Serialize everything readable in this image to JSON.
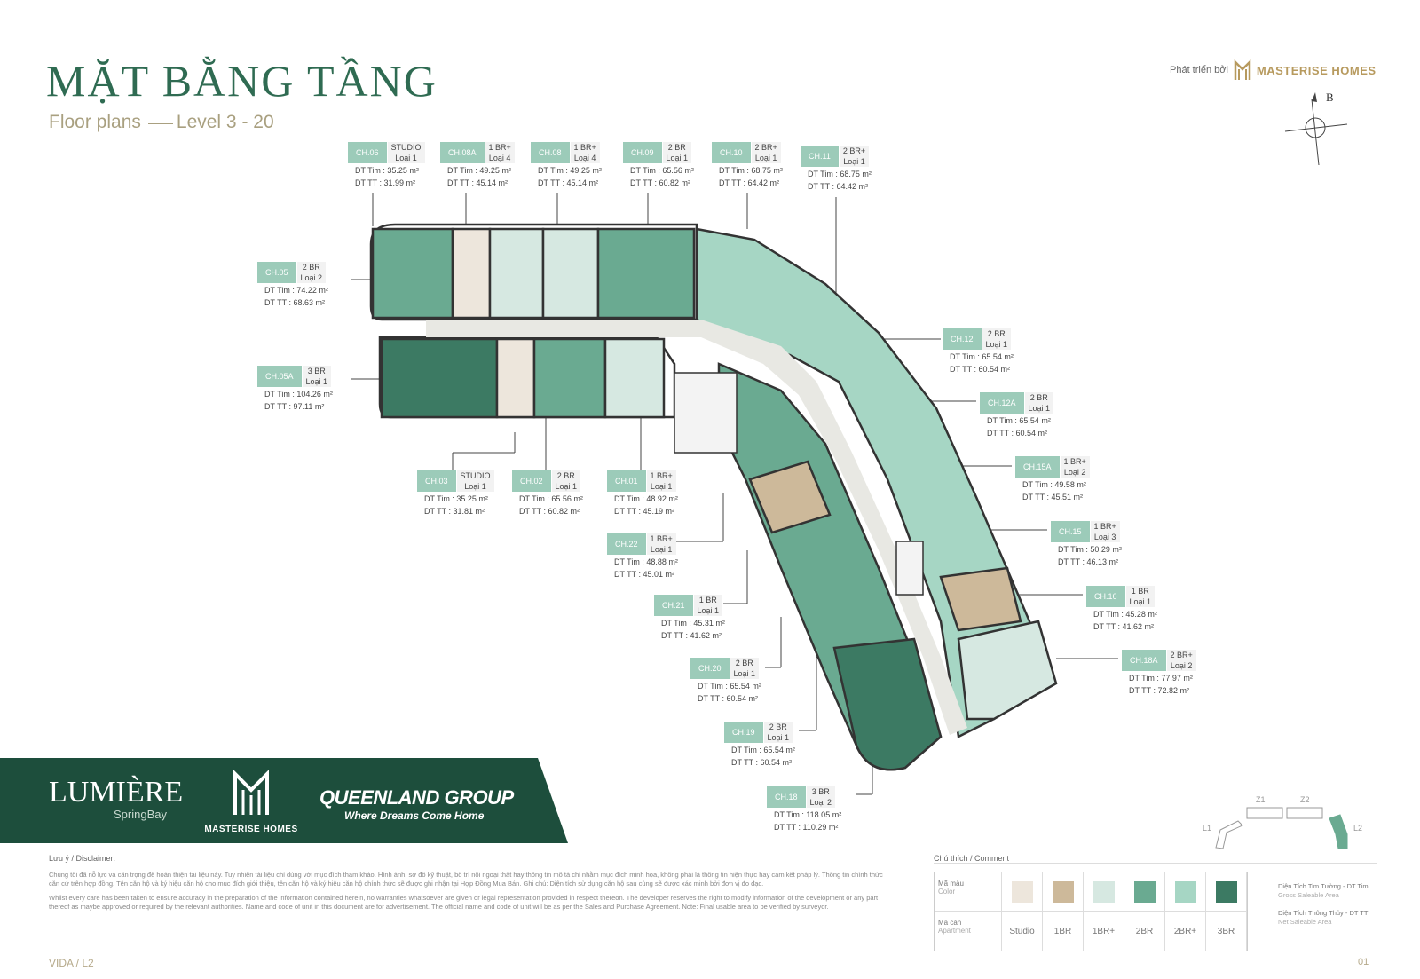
{
  "header": {
    "title": "MẶT BẰNG TẦNG",
    "subtitle": "Floor plans",
    "level": "Level 3 - 20",
    "developer_prefix": "Phát triển bởi",
    "developer_name": "MASTERISE HOMES",
    "compass_label": "B"
  },
  "units": [
    {
      "code": "CH.06",
      "type": "STUDIO",
      "grade": "Loại 1",
      "dt_tim": "DT Tim  : 35.25 m²",
      "dt_tt": "DT TT   : 31.99 m²"
    },
    {
      "code": "CH.08A",
      "type": "1 BR+",
      "grade": "Loại 4",
      "dt_tim": "DT Tim  : 49.25 m²",
      "dt_tt": "DT TT   : 45.14 m²"
    },
    {
      "code": "CH.08",
      "type": "1 BR+",
      "grade": "Loại 4",
      "dt_tim": "DT Tim  : 49.25 m²",
      "dt_tt": "DT TT   : 45.14 m²"
    },
    {
      "code": "CH.09",
      "type": "2 BR",
      "grade": "Loại 1",
      "dt_tim": "DT Tim  : 65.56 m²",
      "dt_tt": "DT TT   : 60.82 m²"
    },
    {
      "code": "CH.10",
      "type": "2 BR+",
      "grade": "Loại 1",
      "dt_tim": "DT Tim  : 68.75 m²",
      "dt_tt": "DT TT   : 64.42 m²"
    },
    {
      "code": "CH.11",
      "type": "2 BR+",
      "grade": "Loại 1",
      "dt_tim": "DT Tim  : 68.75 m²",
      "dt_tt": "DT TT   : 64.42 m²"
    },
    {
      "code": "CH.05",
      "type": "2 BR",
      "grade": "Loại 2",
      "dt_tim": "DT Tim  : 74.22 m²",
      "dt_tt": "DT TT   : 68.63 m²"
    },
    {
      "code": "CH.05A",
      "type": "3 BR",
      "grade": "Loại 1",
      "dt_tim": "DT Tim  : 104.26 m²",
      "dt_tt": "DT TT   : 97.11 m²"
    },
    {
      "code": "CH.12",
      "type": "2 BR",
      "grade": "Loại 1",
      "dt_tim": "DT Tim  : 65.54 m²",
      "dt_tt": "DT TT   : 60.54 m²"
    },
    {
      "code": "CH.12A",
      "type": "2 BR",
      "grade": "Loại 1",
      "dt_tim": "DT Tim  : 65.54 m²",
      "dt_tt": "DT TT   : 60.54 m²"
    },
    {
      "code": "CH.15A",
      "type": "1 BR+",
      "grade": "Loại 2",
      "dt_tim": "DT Tim  : 49.58 m²",
      "dt_tt": "DT TT   : 45.51 m²"
    },
    {
      "code": "CH.15",
      "type": "1 BR+",
      "grade": "Loại 3",
      "dt_tim": "DT Tim  : 50.29 m²",
      "dt_tt": "DT TT   : 46.13 m²"
    },
    {
      "code": "CH.16",
      "type": "1 BR",
      "grade": "Loại 1",
      "dt_tim": "DT Tim  : 45.28 m²",
      "dt_tt": "DT TT   : 41.62 m²"
    },
    {
      "code": "CH.18A",
      "type": "2 BR+",
      "grade": "Loại 2",
      "dt_tim": "DT Tim  : 77.97 m²",
      "dt_tt": "DT TT   : 72.82 m²"
    },
    {
      "code": "CH.03",
      "type": "STUDIO",
      "grade": "Loại 1",
      "dt_tim": "DT Tim  : 35.25 m²",
      "dt_tt": "DT TT   : 31.81 m²"
    },
    {
      "code": "CH.02",
      "type": "2 BR",
      "grade": "Loại 1",
      "dt_tim": "DT Tim  : 65.56 m²",
      "dt_tt": "DT TT   : 60.82 m²"
    },
    {
      "code": "CH.01",
      "type": "1 BR+",
      "grade": "Loại 1",
      "dt_tim": "DT Tim  : 48.92 m²",
      "dt_tt": "DT TT   : 45.19 m²"
    },
    {
      "code": "CH.22",
      "type": "1 BR+",
      "grade": "Loại 1",
      "dt_tim": "DT Tim  : 48.88 m²",
      "dt_tt": "DT TT   : 45.01 m²"
    },
    {
      "code": "CH.21",
      "type": "1 BR",
      "grade": "Loại 1",
      "dt_tim": "DT Tim  : 45.31 m²",
      "dt_tt": "DT TT   : 41.62 m²"
    },
    {
      "code": "CH.20",
      "type": "2 BR",
      "grade": "Loại 1",
      "dt_tim": "DT Tim  : 65.54 m²",
      "dt_tt": "DT TT   : 60.54 m²"
    },
    {
      "code": "CH.19",
      "type": "2 BR",
      "grade": "Loại 1",
      "dt_tim": "DT Tim  : 65.54 m²",
      "dt_tt": "DT TT   : 60.54 m²"
    },
    {
      "code": "CH.18",
      "type": "3 BR",
      "grade": "Loại 2",
      "dt_tim": "DT Tim  : 118.05 m²",
      "dt_tt": "DT TT   : 110.29 m²"
    }
  ],
  "branding": {
    "lumiere": "LUMIÈRE",
    "lumiere_sub": "SpringBay",
    "masterise": "MASTERISE HOMES",
    "queenland": "QUEENLAND GROUP",
    "queenland_tagline": "Where Dreams Come Home"
  },
  "disclaimer": {
    "heading": "Lưu ý / Disclaimer:",
    "vi": "Chúng tôi đã nỗ lực và cẩn trọng để hoàn thiện tài liệu này. Tuy nhiên tài liệu chỉ dùng với mục đích tham khảo. Hình ảnh, sơ đồ kỹ thuật, bố trí nội ngoại thất hay thông tin mô tả chỉ nhằm mục đích minh họa, không phải là thông tin hiện thực hay cam kết pháp lý. Thông tin chính thức căn cứ trên hợp đồng. Tên căn hộ và ký hiệu căn hộ cho mục đích giới thiệu, tên căn hộ và ký hiệu căn hộ chính thức sẽ được ghi nhận tại Hợp Đồng Mua Bán. Ghi chú: Diện tích sử dụng căn hộ sau cùng sẽ được xác minh bởi đơn vị đo đạc.",
    "en": "Whilst every care has been taken to ensure accuracy in the preparation of the information contained herein, no warranties whatsoever are given or legal representation provided in respect thereon. The developer reserves the right to modify information of the development or any part thereof as maybe approved or required by the relevant authorities. Name and code of unit in this document are for advertisement. The official name and code of unit will be as per the Sales and Purchase Agreement. Note: Final usable area to be verified by surveyor."
  },
  "legend": {
    "title": "Chú thích / Comment",
    "color_label": "Mã màu",
    "color_label_en": "Color",
    "apt_label": "Mã căn",
    "apt_label_en": "Apartment",
    "items": [
      {
        "name": "Studio",
        "color": "#ede6dc"
      },
      {
        "name": "1BR",
        "color": "#cdb99a"
      },
      {
        "name": "1BR+",
        "color": "#d6e8e1"
      },
      {
        "name": "2BR",
        "color": "#6aaa91"
      },
      {
        "name": "2BR+",
        "color": "#a6d6c4"
      },
      {
        "name": "3BR",
        "color": "#3c7a63"
      }
    ],
    "note1_vi": "Diện Tích Tim Tường - DT Tim",
    "note1_en": "Gross Saleable Area",
    "note2_vi": "Diện Tích Thông Thủy - DT TT",
    "note2_en": "Net Saleable Area"
  },
  "keyplan_labels": [
    "L1",
    "Z1",
    "Z2",
    "L2"
  ],
  "footer": {
    "left": "VIDA  /  L2",
    "right": "01"
  }
}
